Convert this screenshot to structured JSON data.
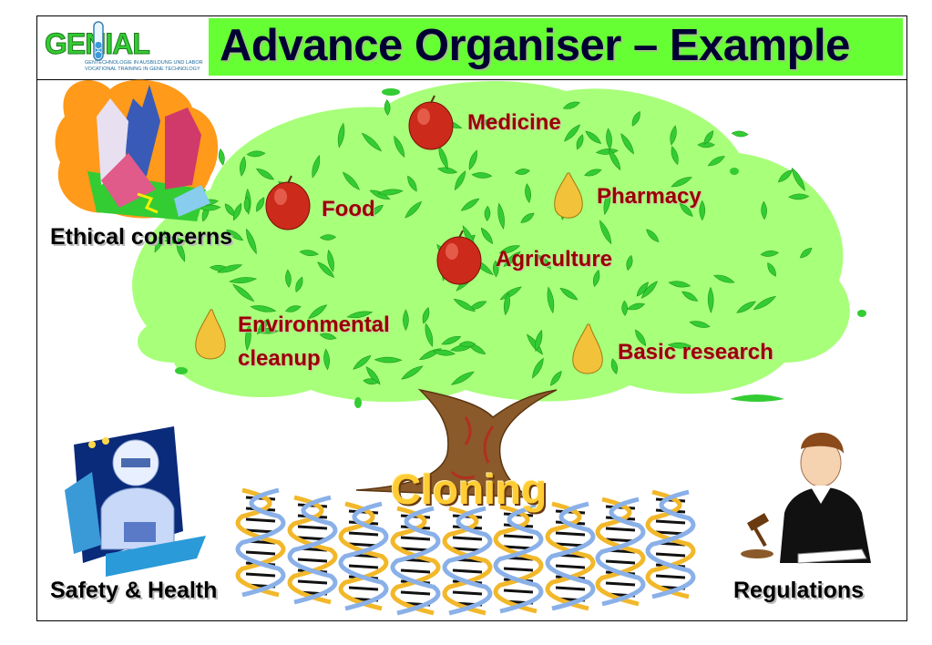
{
  "header": {
    "title": "Advance Organiser – Example",
    "logo_text": "GENIAL",
    "logo_tagline_1": "GENTECHNOLOGIE IN AUSBILDUNG UND LABOR",
    "logo_tagline_2": "VOCATIONAL TRAINING IN GENE TECHNOLOGY"
  },
  "tree": {
    "trunk_label": "Cloning",
    "fruits": [
      {
        "label": "Medicine",
        "kind": "apple"
      },
      {
        "label": "Food",
        "kind": "apple"
      },
      {
        "label": "Pharmacy",
        "kind": "pear"
      },
      {
        "label": "Agriculture",
        "kind": "apple"
      },
      {
        "label": "Environmental",
        "kind": "pear"
      },
      {
        "label": "cleanup",
        "kind": "pear"
      },
      {
        "label": "Basic research",
        "kind": "pear"
      }
    ]
  },
  "corners": {
    "top_left": "Ethical concerns",
    "bottom_left": "Safety & Health",
    "bottom_right": "Regulations"
  },
  "colors": {
    "title_bar": "#66ff33",
    "title_text": "#000033",
    "foliage": "#99ff66",
    "leaf": "#33cc33",
    "fruit_label": "#990000",
    "apple": "#cc2a1a",
    "pear": "#f2c23a",
    "trunk": "#7a4a1e",
    "cloning_text": "#ffcc33"
  },
  "icons": [
    "ethical-concerns-clipart-icon",
    "safety-lab-worker-clipart-icon",
    "judge-gavel-clipart-icon",
    "dna-helix-icon",
    "apple-icon",
    "pear-icon"
  ]
}
